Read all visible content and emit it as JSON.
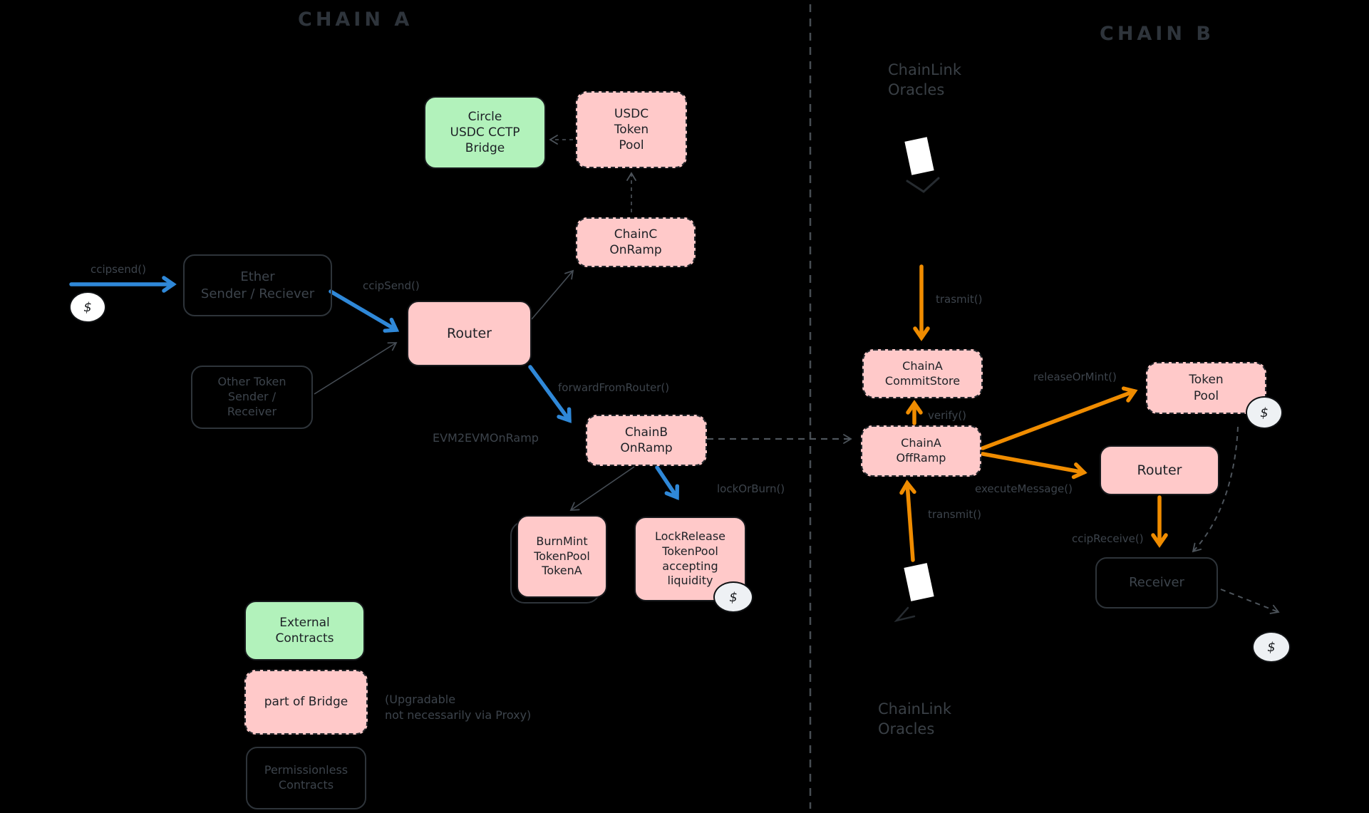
{
  "titles": {
    "chain_a": "CHAIN A",
    "chain_b": "CHAIN B",
    "oracles_top": "ChainLink\nOracles",
    "oracles_bottom": "ChainLink\nOracles"
  },
  "nodes": {
    "circle_bridge": "Circle\nUSDC CCTP\nBridge",
    "usdc_token_pool": "USDC\nToken\nPool",
    "chainc_onramp": "ChainC\nOnRamp",
    "ether_sender": "Ether\nSender / Reciever",
    "router_a": "Router",
    "other_token": "Other Token\nSender /\nReceiver",
    "chainb_onramp": "ChainB\nOnRamp",
    "burnmint_pool": "BurnMint\nTokenPool\nTokenA",
    "lockrelease_pool": "LockRelease\nTokenPool\naccepting\nliquidity",
    "legend_external": "External\nContracts",
    "legend_bridge": "part of Bridge",
    "legend_permissionless": "Permissionless\nContracts",
    "chaina_commitstore": "ChainA\nCommitStore",
    "chaina_offramp": "ChainA\nOffRamp",
    "token_pool_b": "Token\nPool",
    "router_b": "Router",
    "receiver": "Receiver"
  },
  "labels": {
    "ccipsend_1": "ccipsend()",
    "ccipsend_2": "ccipSend()",
    "forward_from_router": "forwardFromRouter()",
    "evm2evm_onramp": "EVM2EVMOnRamp",
    "lock_or_burn": "lockOrBurn()",
    "trasmit": "trasmit()",
    "verify": "verify()",
    "release_or_mint": "releaseOrMint()",
    "execute_message": "executeMessage()",
    "ccip_receive": "ccipReceive()",
    "transmit": "transmit()",
    "upgradable_note": "(Upgradable\nnot necessarily via Proxy)"
  },
  "badges": {
    "dollar": "$"
  },
  "colors": {
    "background": "#000000",
    "box_pink": "#ffc9c9",
    "box_green": "#b2f2bb",
    "arrow_blue": "#2f88d8",
    "arrow_orange": "#f08c00",
    "gray_text": "#3d444c",
    "dark_stroke": "#1e1e1e",
    "oracle_shape": "#ffffff",
    "dollar_fill": "#eef1f4"
  }
}
